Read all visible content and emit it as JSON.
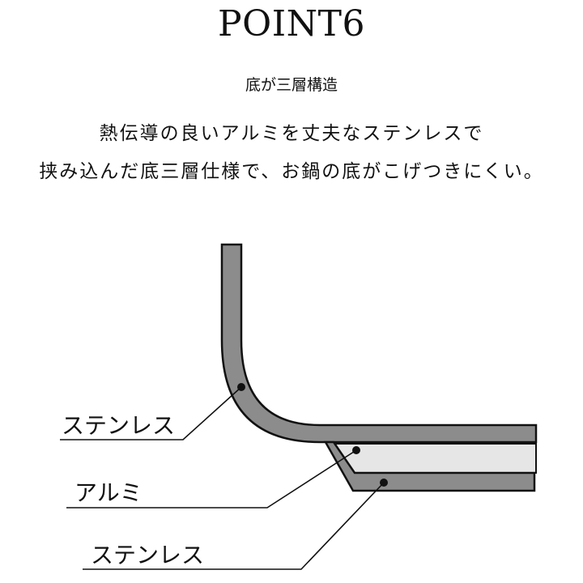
{
  "header": {
    "title": "POINT6",
    "subtitle": "底が三層構造",
    "description_line1": "熱伝導の良いアルミを丈夫なステンレスで",
    "description_line2": "挟み込んだ底三層仕様で、お鍋の底がこげつきにくい。"
  },
  "diagram": {
    "labels": {
      "outer_top": "ステンレス",
      "middle": "アルミ",
      "outer_bottom": "ステンレス"
    },
    "colors": {
      "stainless": "#8c8c8c",
      "aluminum": "#e6e6e6",
      "outline": "#111111"
    }
  }
}
